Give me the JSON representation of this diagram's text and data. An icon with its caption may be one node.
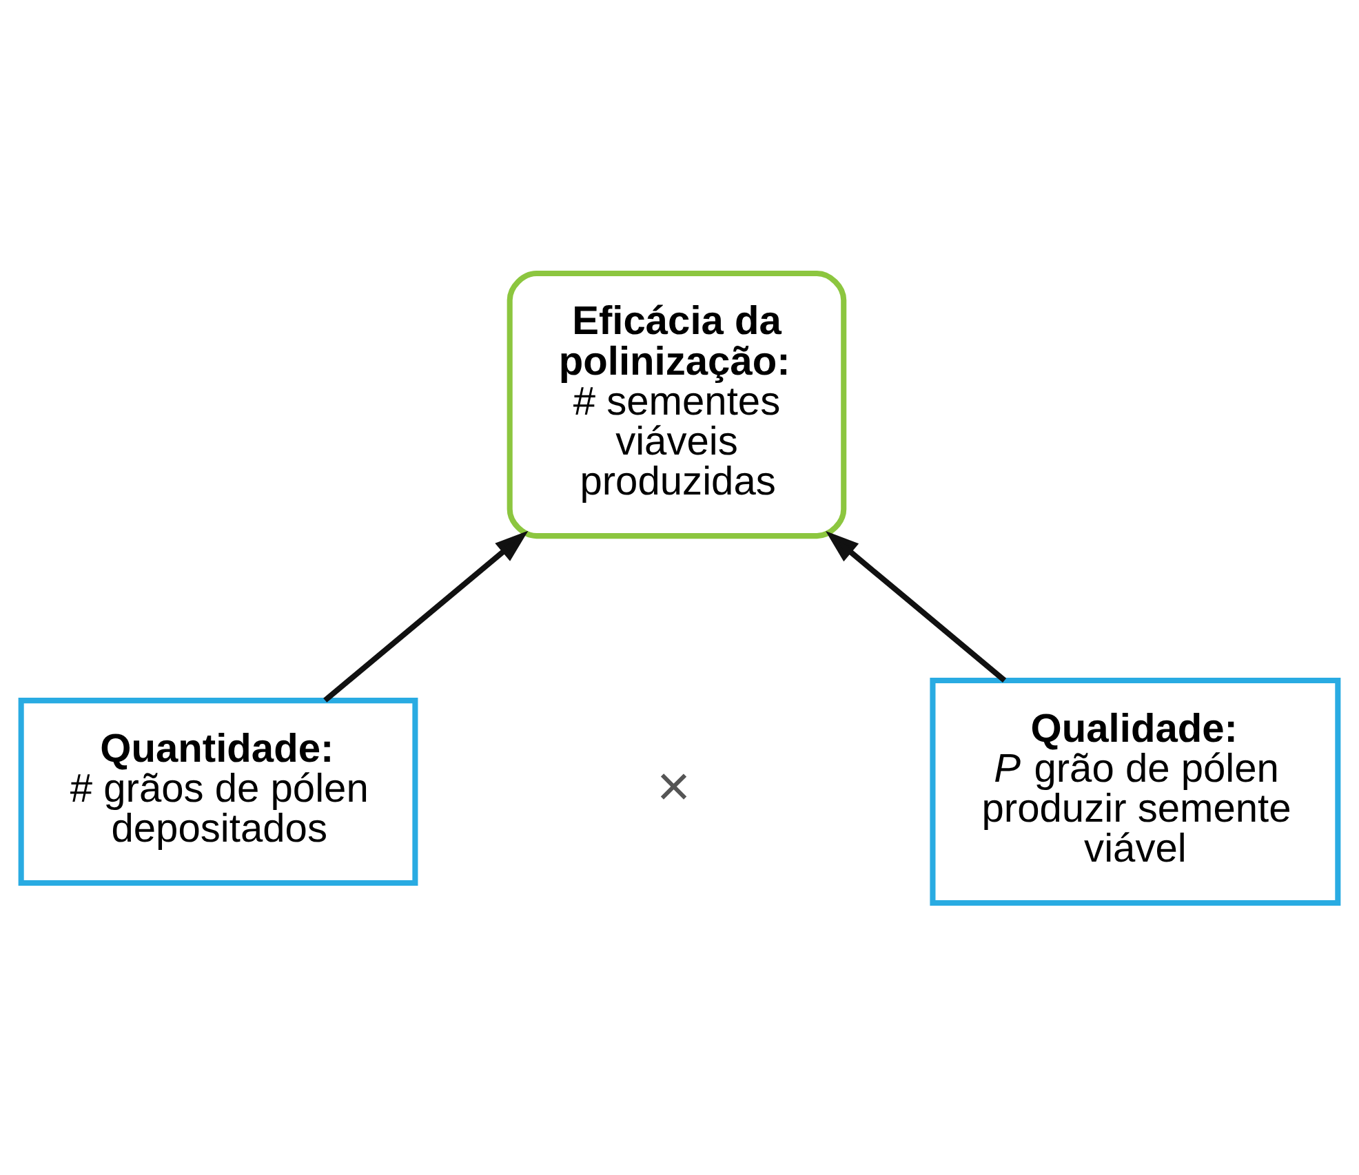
{
  "diagram": {
    "nodes": [
      {
        "text": [
          "Eficácia da polinização:",
          "# sementes viáveis produzidas"
        ]
      },
      {
        "text": [
          "Quantidade:",
          "# grãos de pólen depositados"
        ]
      },
      {
        "text": [
          "Qualidade:",
          "*P* grão de pólen produzir semente viável"
        ]
      }
    ],
    "edges": [
      {
        "from": 1,
        "to": 0,
        "arrow": "to"
      },
      {
        "from": 2,
        "to": 0,
        "arrow": "to"
      }
    ],
    "labels": [
      "×"
    ]
  }
}
